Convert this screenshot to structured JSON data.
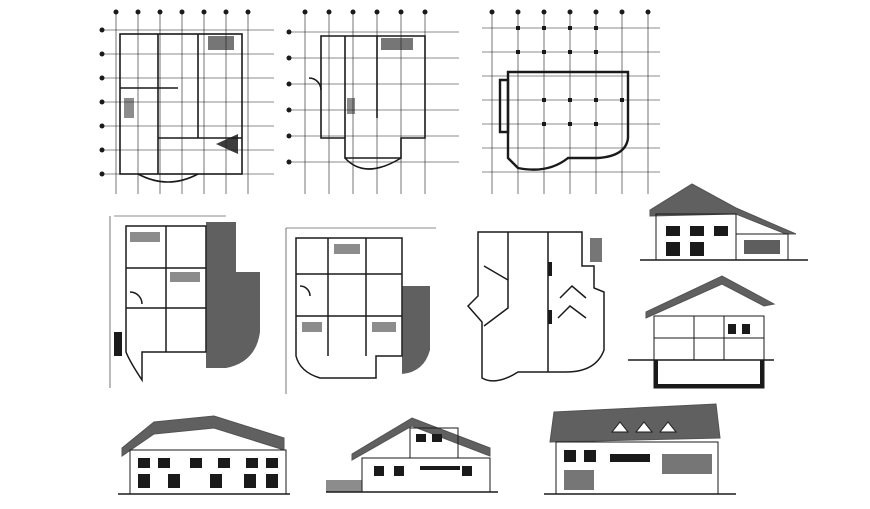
{
  "drawing_sheet": {
    "title": "",
    "views": [
      {
        "id": "plan-ground",
        "kind": "floor-plan"
      },
      {
        "id": "plan-first",
        "kind": "floor-plan"
      },
      {
        "id": "plan-structural",
        "kind": "column-grid-plan"
      },
      {
        "id": "elevation-front-small",
        "kind": "elevation"
      },
      {
        "id": "plan-roof-tiles",
        "kind": "floor-plan"
      },
      {
        "id": "plan-upper",
        "kind": "floor-plan"
      },
      {
        "id": "plan-roof",
        "kind": "roof-plan"
      },
      {
        "id": "section",
        "kind": "section"
      },
      {
        "id": "elevation-front",
        "kind": "elevation"
      },
      {
        "id": "elevation-side",
        "kind": "elevation"
      },
      {
        "id": "elevation-rear",
        "kind": "elevation"
      }
    ],
    "colors": {
      "line": "#1a1a1a",
      "background": "#ffffff",
      "hatch": "#2b2b2b"
    }
  }
}
